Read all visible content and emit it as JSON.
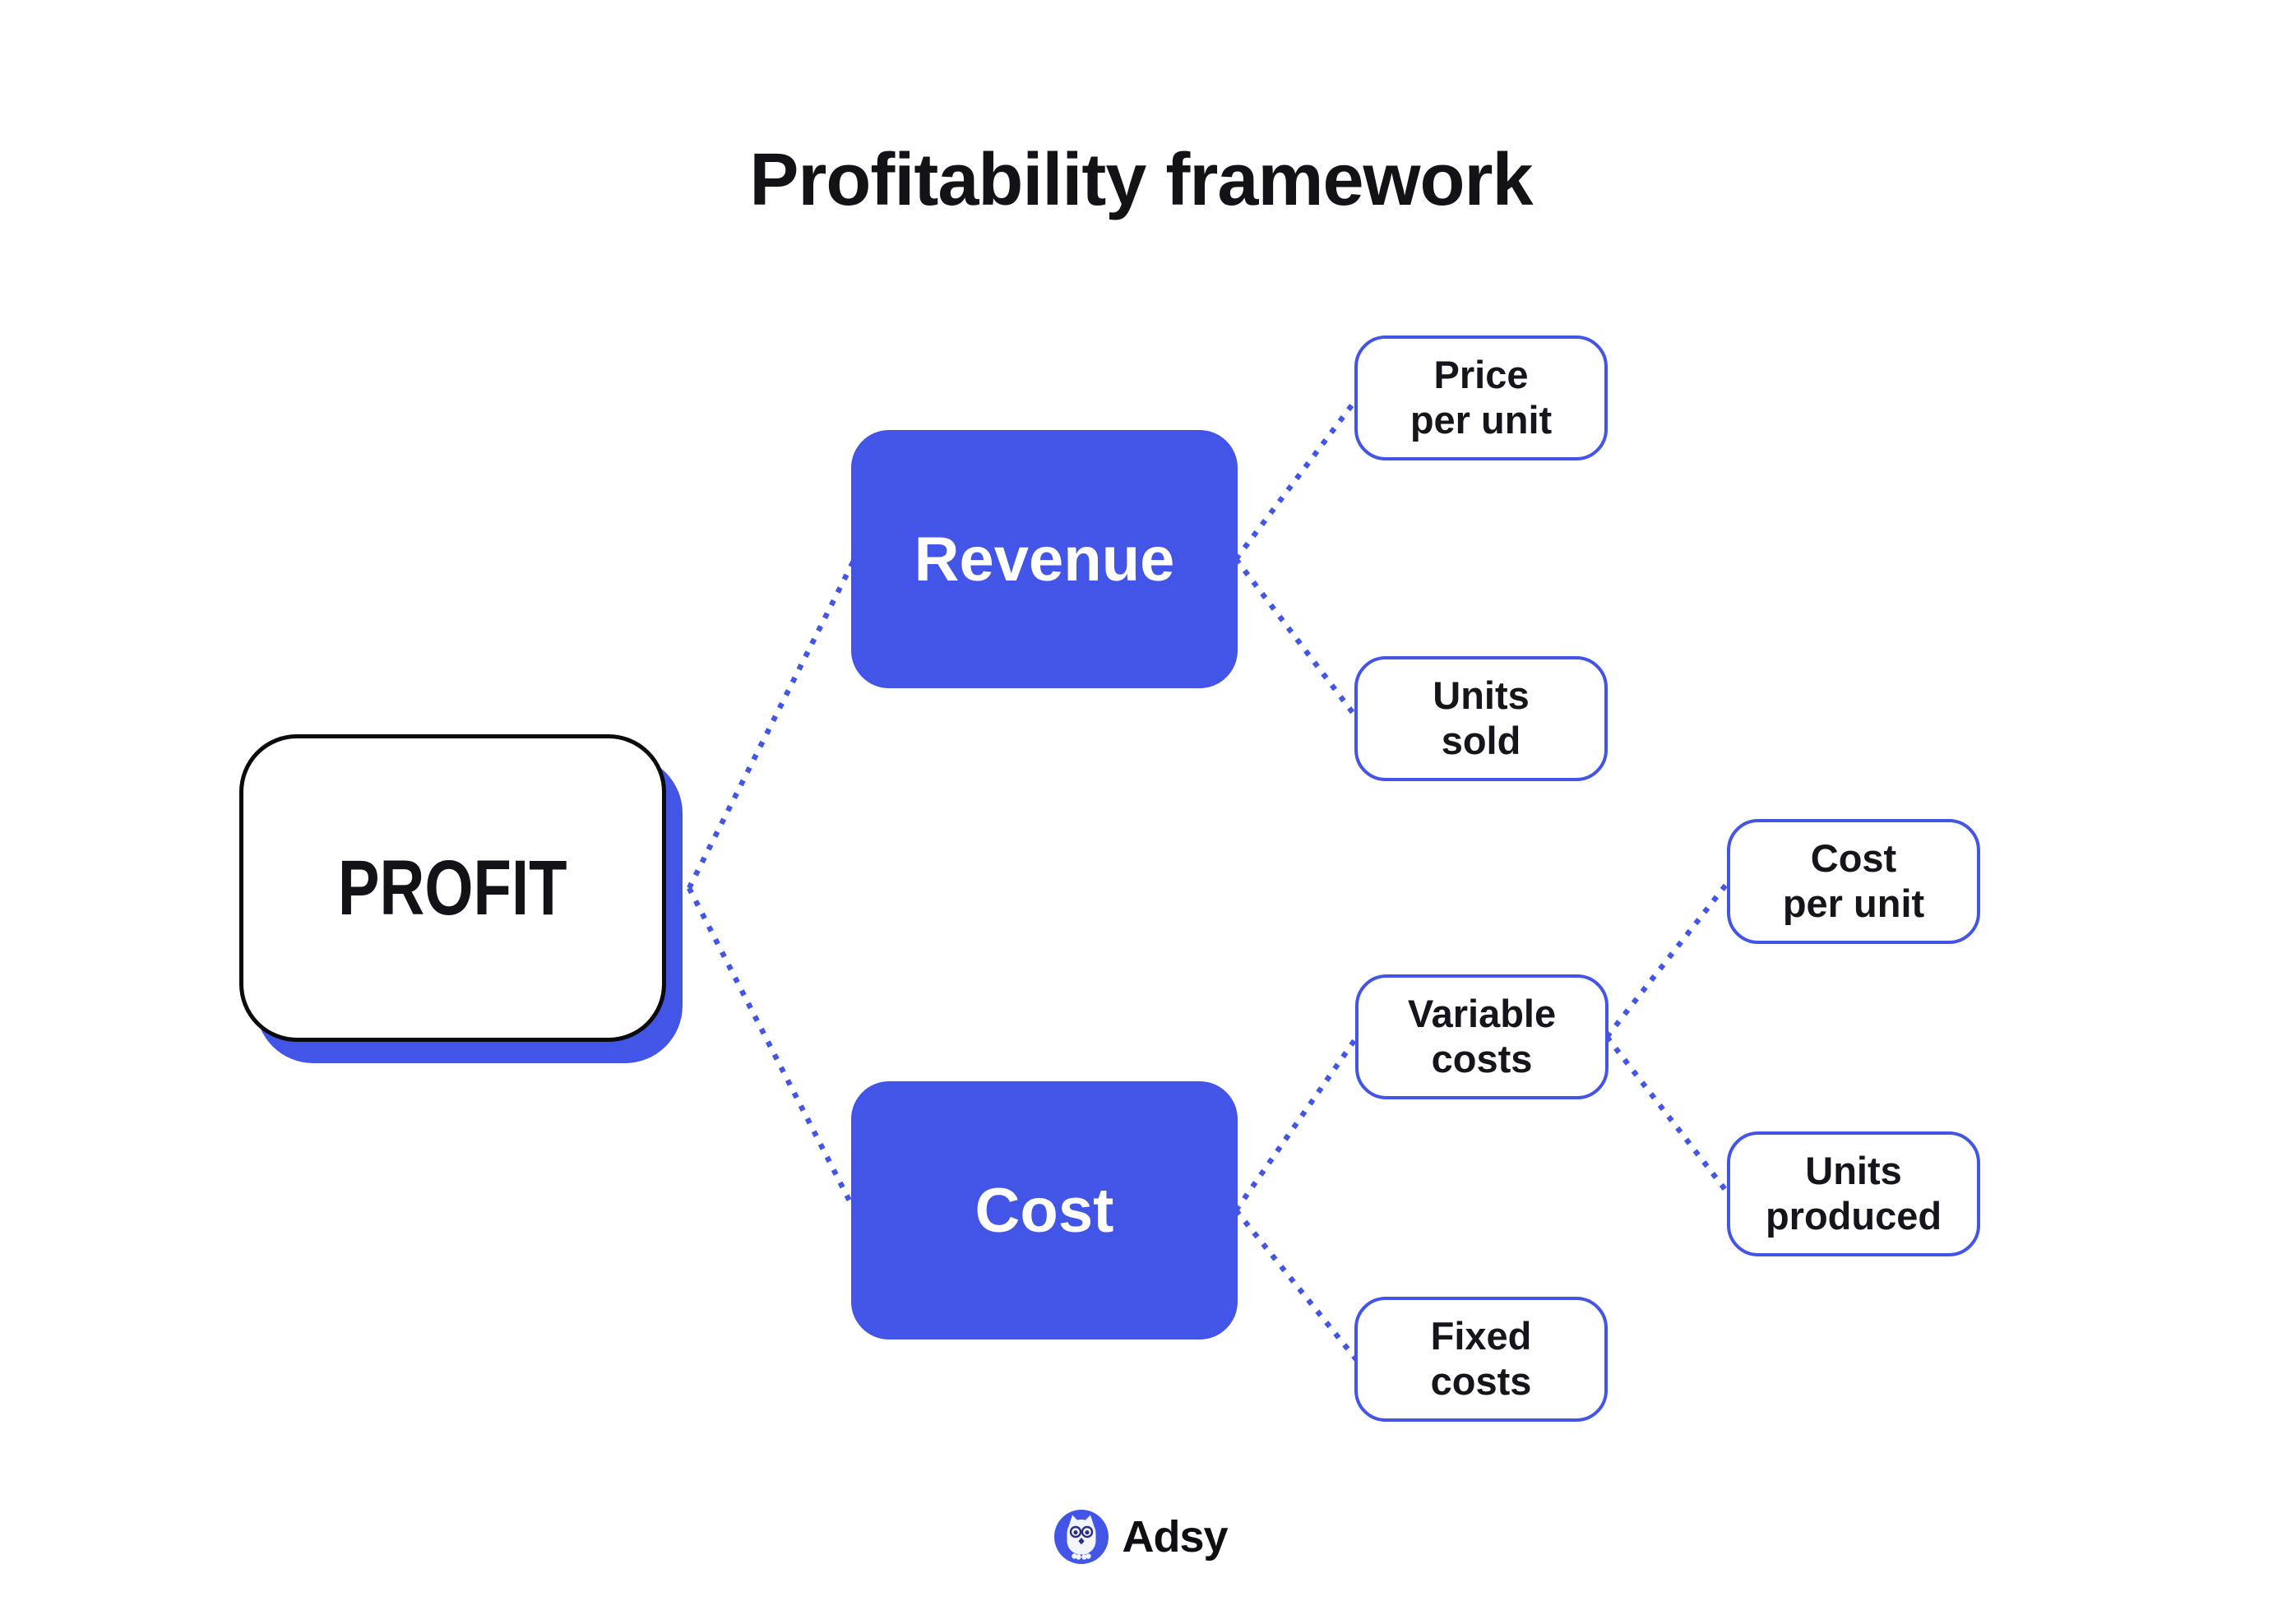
{
  "title": "Profitability framework",
  "colors": {
    "accent": "#4355E6",
    "text": "#121217",
    "node_fill_white": "#FFFFFF",
    "owl_detail": "#2B2F85"
  },
  "nodes": {
    "profit": {
      "label": "PROFIT"
    },
    "revenue": {
      "label": "Revenue"
    },
    "cost": {
      "label": "Cost"
    },
    "price_per_unit": {
      "line1": "Price",
      "line2": "per unit"
    },
    "units_sold": {
      "line1": "Units",
      "line2": "sold"
    },
    "cost_per_unit": {
      "line1": "Cost",
      "line2": "per unit"
    },
    "variable_costs": {
      "line1": "Variable",
      "line2": "costs"
    },
    "units_produced": {
      "line1": "Units",
      "line2": "produced"
    },
    "fixed_costs": {
      "line1": "Fixed",
      "line2": "costs"
    }
  },
  "edges": [
    "profit-revenue",
    "profit-cost",
    "revenue-price_per_unit",
    "revenue-units_sold",
    "cost-variable_costs",
    "cost-fixed_costs",
    "variable_costs-cost_per_unit",
    "variable_costs-units_produced"
  ],
  "footer": {
    "brand": "Adsy",
    "logo_icon": "owl-icon"
  }
}
